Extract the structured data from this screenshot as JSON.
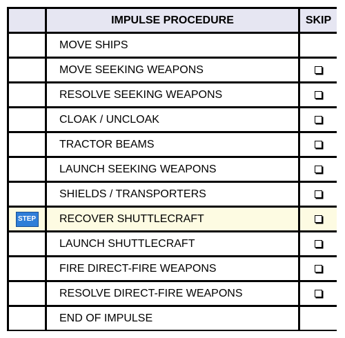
{
  "header": {
    "step_label": "",
    "procedure_label": "IMPULSE PROCEDURE",
    "skip_label": "SKIP"
  },
  "step_button_label": "STEP",
  "current_step_index": 7,
  "colors": {
    "header_bg": "#e6e6f2",
    "current_row_bg": "#fdfbe2",
    "step_button_bg": "#2f7ed8"
  },
  "steps": [
    {
      "name": "MOVE SHIPS",
      "skippable": false
    },
    {
      "name": "MOVE SEEKING WEAPONS",
      "skippable": true
    },
    {
      "name": "RESOLVE SEEKING WEAPONS",
      "skippable": true
    },
    {
      "name": "CLOAK / UNCLOAK",
      "skippable": true
    },
    {
      "name": "TRACTOR BEAMS",
      "skippable": true
    },
    {
      "name": "LAUNCH SEEKING WEAPONS",
      "skippable": true
    },
    {
      "name": "SHIELDS / TRANSPORTERS",
      "skippable": true
    },
    {
      "name": "RECOVER SHUTTLECRAFT",
      "skippable": true
    },
    {
      "name": "LAUNCH SHUTTLECRAFT",
      "skippable": true
    },
    {
      "name": "FIRE DIRECT-FIRE WEAPONS",
      "skippable": true
    },
    {
      "name": "RESOLVE DIRECT-FIRE WEAPONS",
      "skippable": true
    },
    {
      "name": "END OF IMPULSE",
      "skippable": false
    }
  ]
}
